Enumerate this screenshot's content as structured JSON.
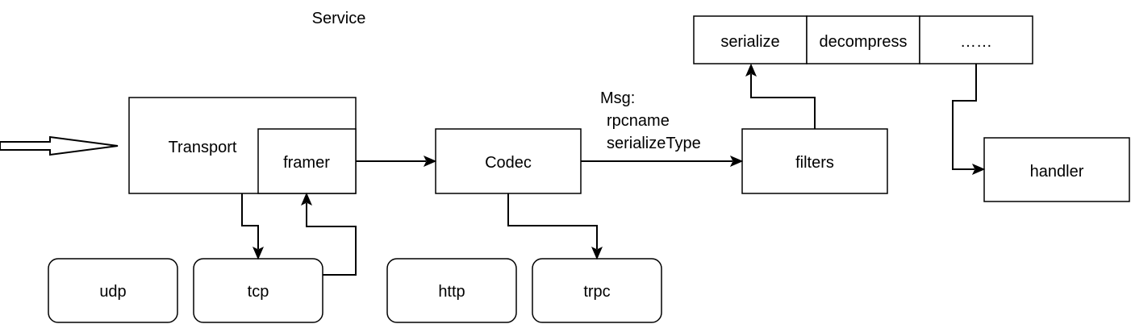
{
  "title": "Service",
  "nodes": {
    "transport": "Transport",
    "framer": "framer",
    "codec": "Codec",
    "filters": "filters",
    "handler": "handler",
    "udp": "udp",
    "tcp": "tcp",
    "http": "http",
    "trpc": "trpc"
  },
  "filter_chain": [
    "serialize",
    "decompress",
    "……"
  ],
  "msg_label": {
    "line1": "Msg:",
    "line2": "rpcname",
    "line3": "serializeType"
  },
  "colors": {
    "stroke": "#000000",
    "fill": "#ffffff"
  }
}
